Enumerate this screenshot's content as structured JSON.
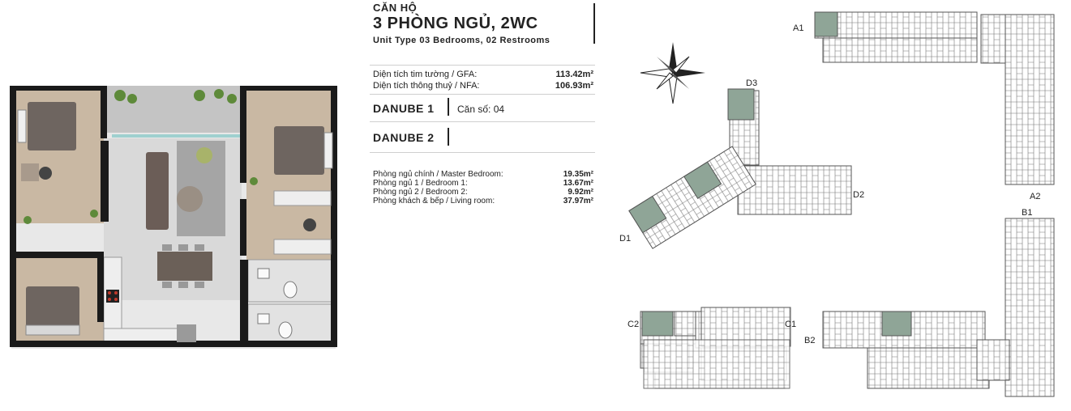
{
  "header": {
    "kicker": "CĂN HỘ",
    "title": "3 PHÒNG NGỦ, 2WC",
    "subtitle": "Unit Type 03 Bedrooms, 02 Restrooms"
  },
  "areas": {
    "gfa_label": "Diện tích tim tường / GFA:",
    "gfa_value": "113.42m²",
    "nfa_label": "Diện tích thông thuỷ / NFA:",
    "nfa_value": "106.93m²"
  },
  "towers": {
    "danube1": {
      "name": "DANUBE 1",
      "unit_text": "Căn số: 04"
    },
    "danube2": {
      "name": "DANUBE 2",
      "unit_text": ""
    }
  },
  "rooms": [
    {
      "label": "Phòng ngủ chính / Master Bedroom:",
      "value": "19.35m²"
    },
    {
      "label": "Phòng ngủ 1 / Bedroom 1:",
      "value": "13.67m²"
    },
    {
      "label": "Phòng ngủ 2 / Bedroom 2:",
      "value": "9.92m²"
    },
    {
      "label": "Phòng khách & bếp / Living room:",
      "value": "37.97m²"
    }
  ],
  "site_labels": {
    "a1": "A1",
    "a2": "A2",
    "b1": "B1",
    "b2": "B2",
    "c1": "C1",
    "c2": "C2",
    "d1": "D1",
    "d2": "D2",
    "d3": "D3"
  },
  "colors": {
    "wall": "#1a1a1a",
    "wood": "#c9b8a3",
    "tile": "#d3d3d3",
    "highlight": "#8fa597",
    "sofa": "#6b5d57"
  }
}
